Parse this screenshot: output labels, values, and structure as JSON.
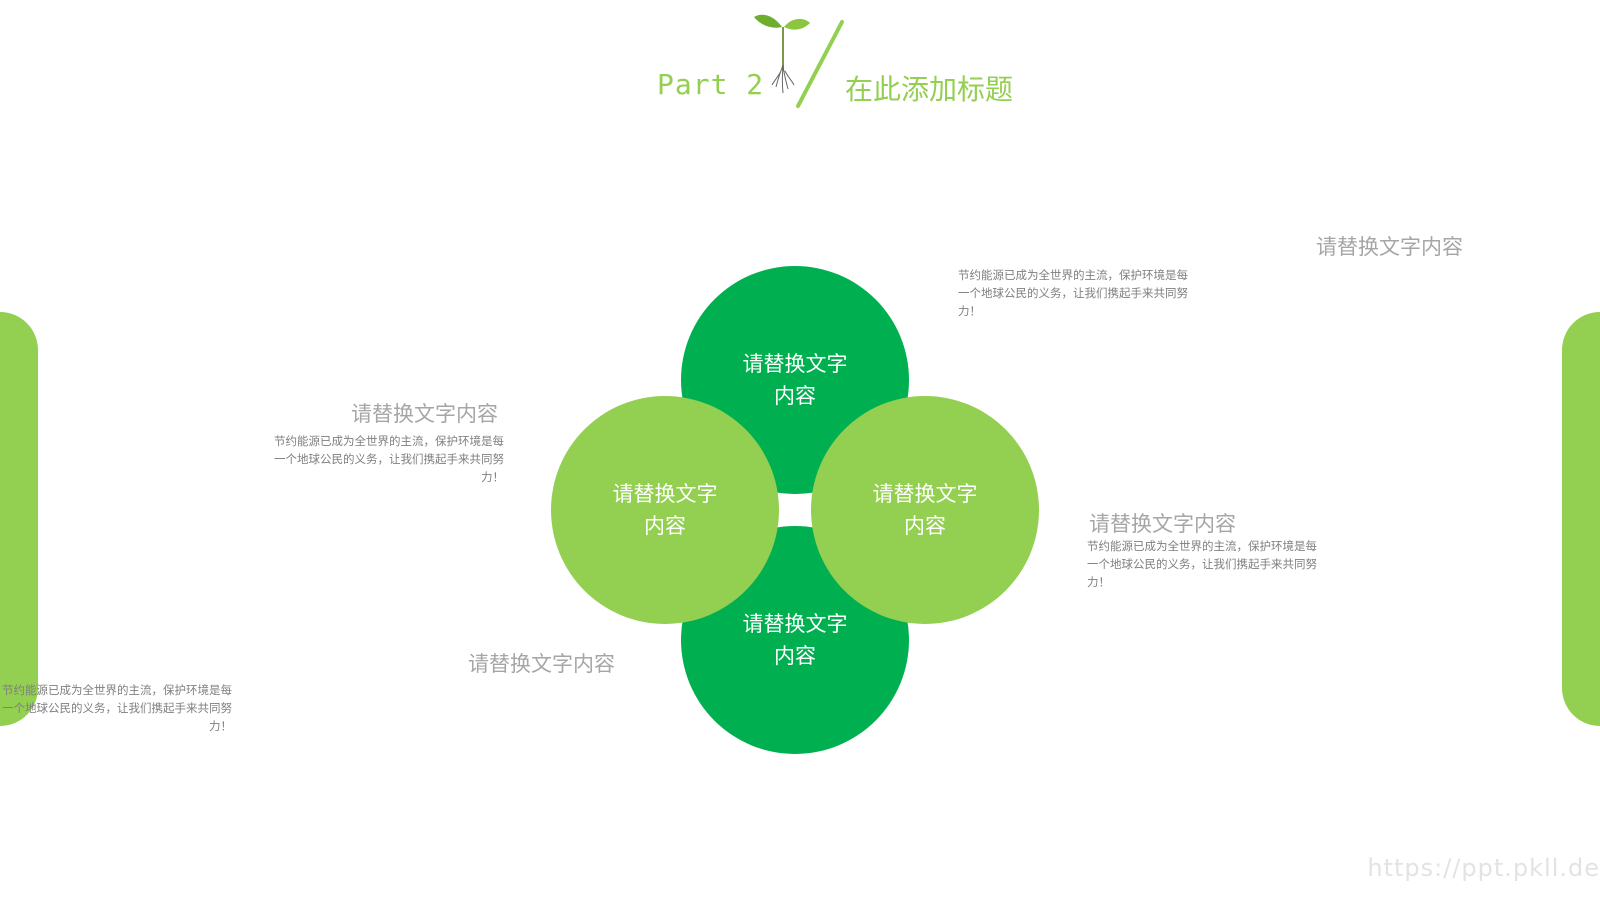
{
  "header": {
    "part_label": "Part 2",
    "title": "在此添加标题"
  },
  "diagram": {
    "circles": {
      "top": "请替换文字内容",
      "left": "请替换文字内容",
      "right": "请替换文字内容",
      "bottom": "请替换文字内容"
    },
    "blocks": {
      "top_right_heading": "请替换文字内容",
      "top_right_body": "节约能源已成为全世界的主流，保护环境是每一个地球公民的义务，让我们携起手来共同努力！",
      "left_heading": "请替换文字内容",
      "left_body": "节约能源已成为全世界的主流，保护环境是每一个地球公民的义务，让我们携起手来共同努力！",
      "right_heading": "请替换文字内容",
      "right_body": "节约能源已成为全世界的主流，保护环境是每一个地球公民的义务，让我们携起手来共同努力！",
      "bottom_left_heading": "请替换文字内容",
      "bottom_left_body": "节约能源已成为全世界的主流，保护环境是每一个地球公民的义务，让我们携起手来共同努力！"
    }
  },
  "watermark": "https://ppt.pkll.de",
  "colors": {
    "light_green": "#93cf50",
    "dark_green": "#00b050",
    "heading_gray": "#a6a6a6",
    "body_gray": "#7f7f7f"
  }
}
